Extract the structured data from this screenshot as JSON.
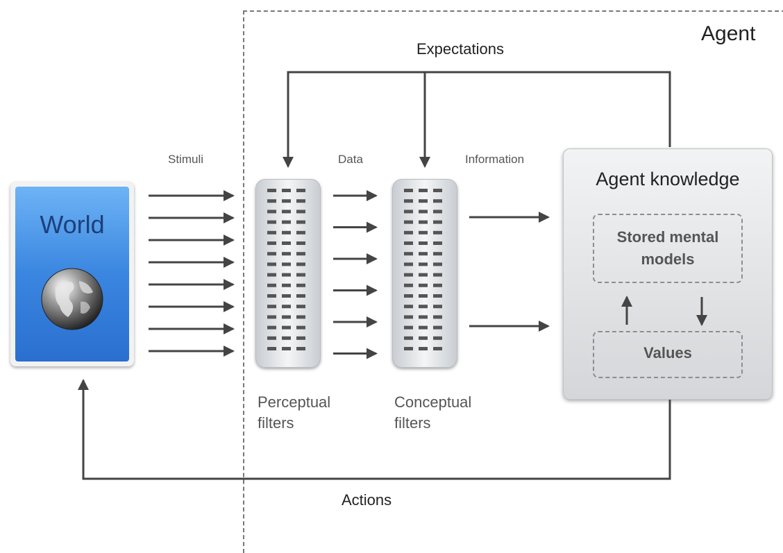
{
  "agent": {
    "title": "Agent"
  },
  "flows": {
    "expectations": "Expectations",
    "actions": "Actions",
    "stimuli": "Stimuli",
    "data": "Data",
    "information": "Information"
  },
  "world": {
    "title": "World",
    "icon": "globe-icon"
  },
  "filters": {
    "perceptual": "Perceptual filters",
    "conceptual": "Conceptual filters"
  },
  "knowledge": {
    "title": "Agent knowledge",
    "stored_models": "Stored mental models",
    "values": "Values"
  },
  "colors": {
    "world_blue": "#3a86e0",
    "arrow": "#444444",
    "boundary": "#777777"
  }
}
